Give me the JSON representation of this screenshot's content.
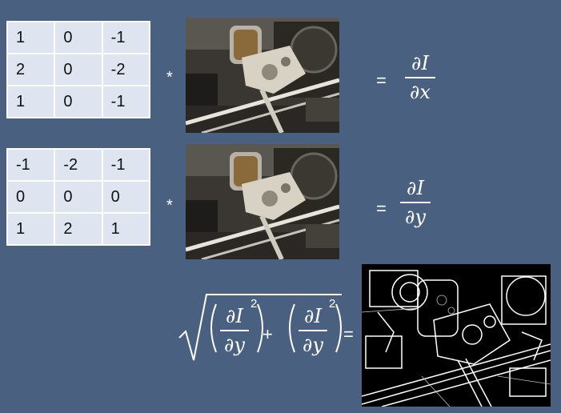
{
  "kernel_x": {
    "rows": [
      [
        "1",
        "0",
        "-1"
      ],
      [
        "2",
        "0",
        "-2"
      ],
      [
        "1",
        "0",
        "-1"
      ]
    ]
  },
  "kernel_y": {
    "rows": [
      [
        "-1",
        "-2",
        "-1"
      ],
      [
        "0",
        "0",
        "0"
      ],
      [
        "1",
        "2",
        "1"
      ]
    ]
  },
  "operators": {
    "convolve": "*",
    "equals": "=",
    "plus": "+",
    "square": "2"
  },
  "derivatives": {
    "dx": {
      "numerator": "∂I",
      "denominator": "∂x"
    },
    "dy": {
      "numerator": "∂I",
      "denominator": "∂y"
    }
  },
  "images": [
    {
      "name": "engine-photo",
      "description": "engine-photo"
    },
    {
      "name": "edge-magnitude-image",
      "description": "edge-magnitude-image"
    }
  ]
}
